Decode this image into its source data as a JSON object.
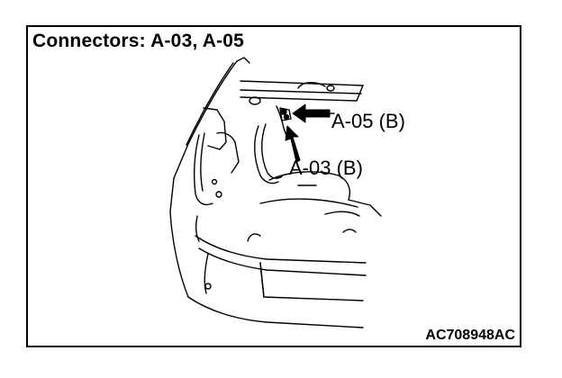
{
  "title": "Connectors: A-03, A-05",
  "callouts": [
    {
      "id": "a05",
      "label": "A-05 (B)"
    },
    {
      "id": "a03",
      "label": "A-03 (B)"
    }
  ],
  "reference_code": "AC708948AC"
}
